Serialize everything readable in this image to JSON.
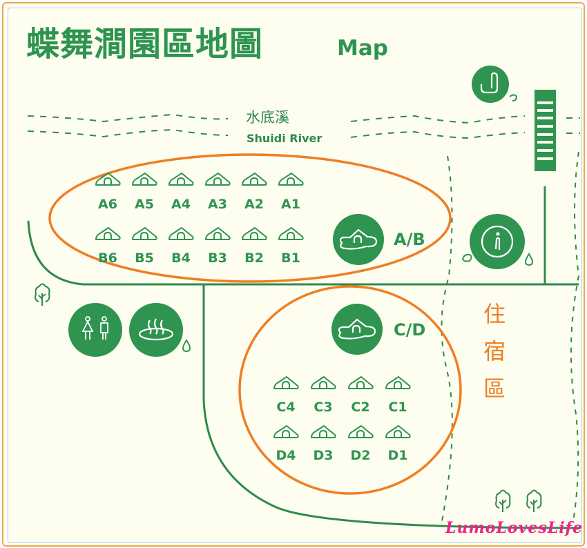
{
  "map": {
    "title_zh": "蝶舞澗園區地圖",
    "title_en": "Map",
    "river": {
      "name_zh": "水底溪",
      "name_en": "Shuidi River"
    },
    "zones": [
      {
        "label": "A/B",
        "rows": [
          [
            "A6",
            "A5",
            "A4",
            "A3",
            "A2",
            "A1"
          ],
          [
            "B6",
            "B5",
            "B4",
            "B3",
            "B2",
            "B1"
          ]
        ]
      },
      {
        "label": "C/D",
        "rows": [
          [
            "C4",
            "C3",
            "C2",
            "C1"
          ],
          [
            "D4",
            "D3",
            "D2",
            "D1"
          ]
        ]
      }
    ],
    "lodging_area": [
      "住",
      "宿",
      "區"
    ],
    "facilities": [
      {
        "name": "sink-icon"
      },
      {
        "name": "shower-icon"
      },
      {
        "name": "restroom-icon"
      },
      {
        "name": "hot-spring-icon"
      },
      {
        "name": "stairs-icon"
      }
    ],
    "watermark": "LumoLovesLife",
    "colors": {
      "green": "#2e9450",
      "orange": "#f07e22",
      "background": "#fdfdf0",
      "watermark": "#f0208a"
    }
  }
}
